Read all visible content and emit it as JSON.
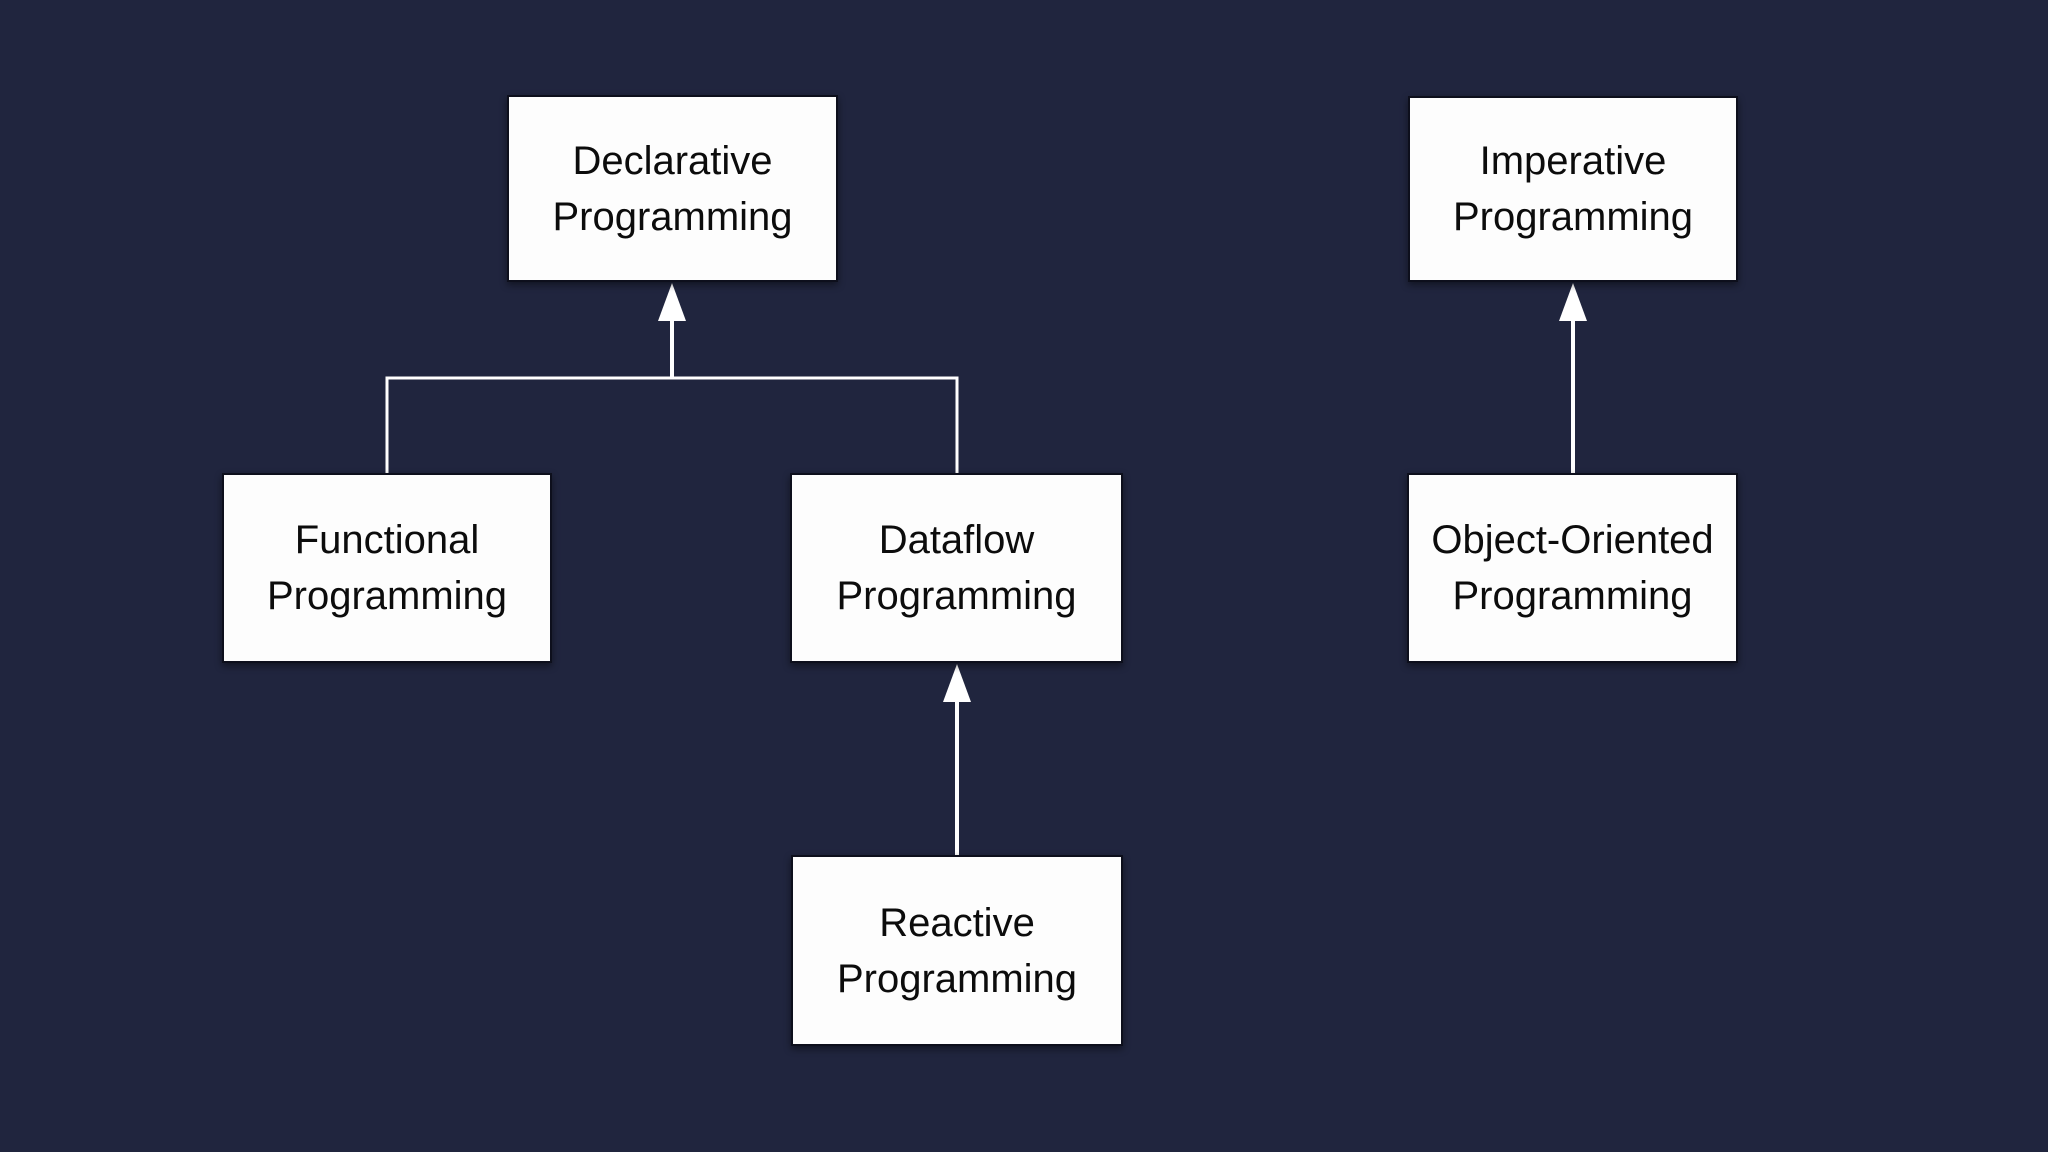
{
  "colors": {
    "background": "#20253e",
    "node_fill": "#fdfdfd",
    "node_border": "#0d0f1c",
    "node_text": "#0c0c0c",
    "edge": "#ffffff"
  },
  "nodes": {
    "declarative": {
      "line1": "Declarative",
      "line2": "Programming"
    },
    "imperative": {
      "line1": "Imperative",
      "line2": "Programming"
    },
    "functional": {
      "line1": "Functional",
      "line2": "Programming"
    },
    "dataflow": {
      "line1": "Dataflow",
      "line2": "Programming"
    },
    "object_oriented": {
      "line1": "Object-Oriented",
      "line2": "Programming"
    },
    "reactive": {
      "line1": "Reactive",
      "line2": "Programming"
    }
  },
  "edges": [
    {
      "from": "Functional Programming",
      "to": "Declarative Programming",
      "style": "merged-branch, single up arrow"
    },
    {
      "from": "Dataflow Programming",
      "to": "Declarative Programming",
      "style": "merged-branch, single up arrow"
    },
    {
      "from": "Reactive Programming",
      "to": "Dataflow Programming",
      "style": "straight up arrow"
    },
    {
      "from": "Object-Oriented Programming",
      "to": "Imperative Programming",
      "style": "straight up arrow"
    }
  ]
}
